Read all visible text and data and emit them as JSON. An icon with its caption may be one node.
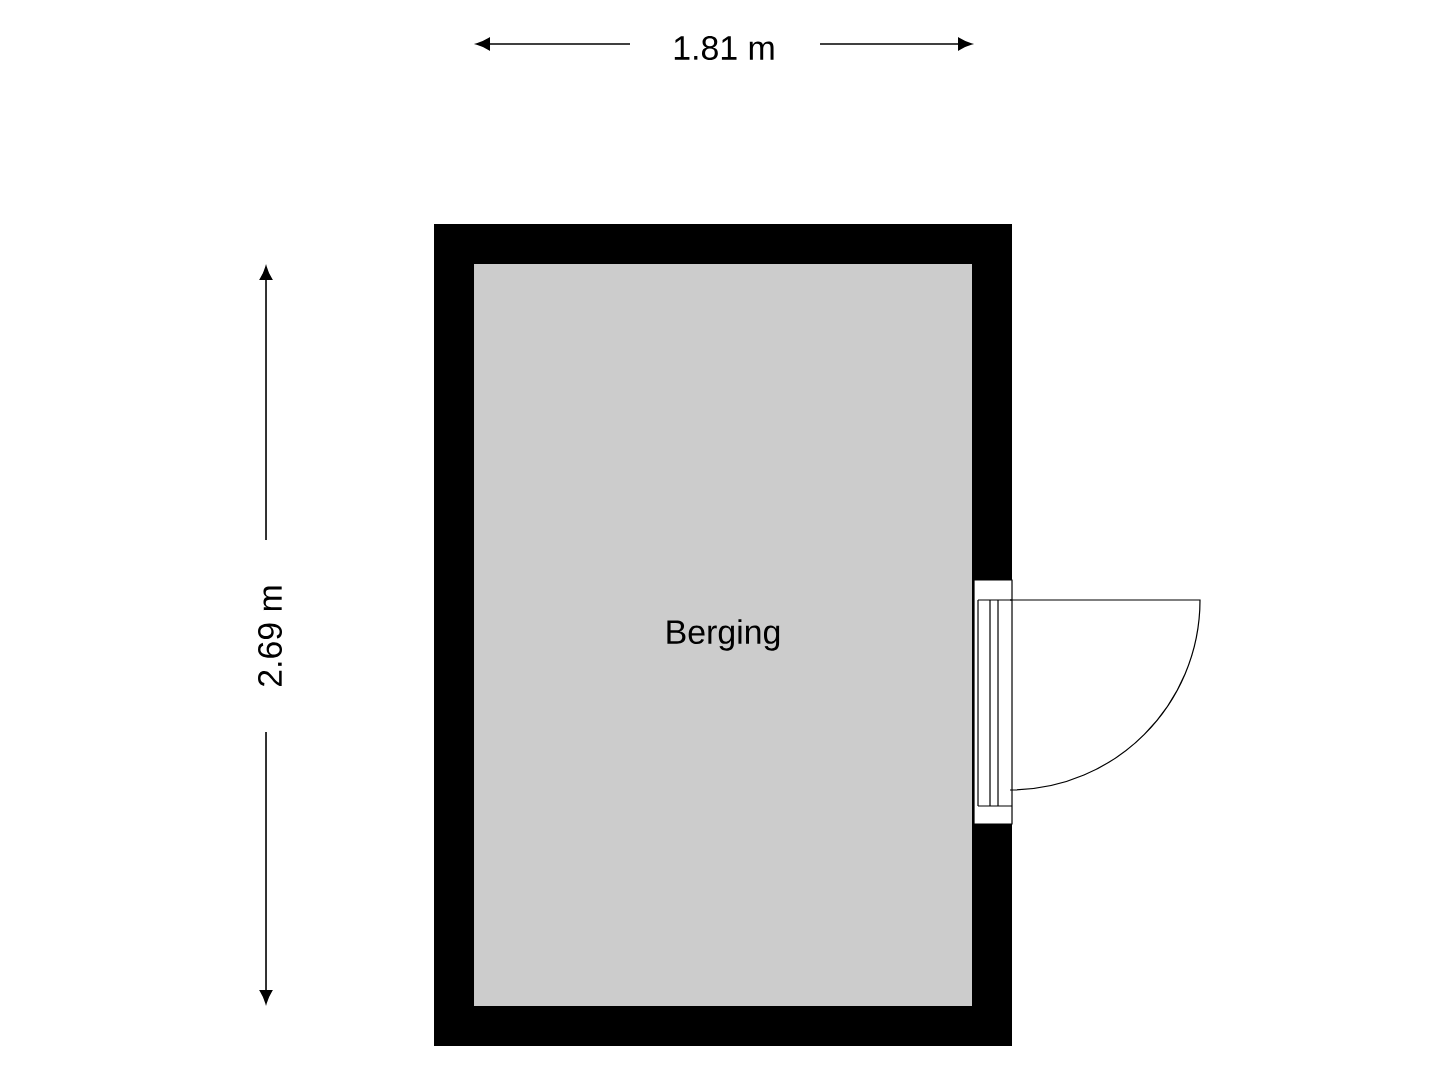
{
  "diagram": {
    "nodes": [
      {
        "text": [
          "Berging"
        ]
      }
    ],
    "edges": [],
    "labels": [
      "1.81 m",
      "2.69 m"
    ]
  }
}
